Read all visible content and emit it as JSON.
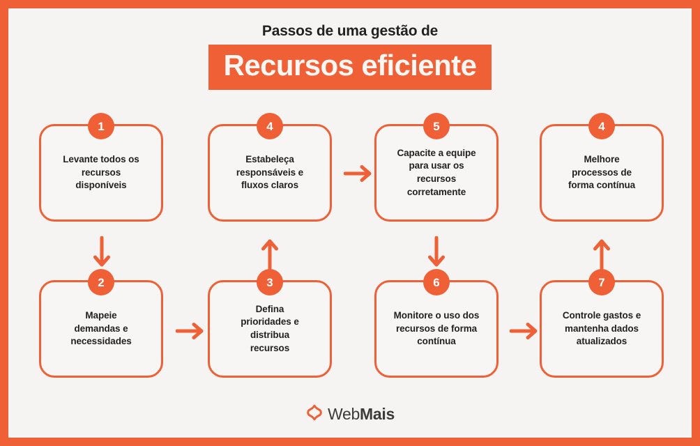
{
  "theme": {
    "accent": "#ef6036",
    "page_background": "#f5f4f2",
    "card_background": "#f7f6f4",
    "text_color": "#231f20",
    "band_text_color": "#fdf6f2"
  },
  "header": {
    "kicker": "Passos de uma gestão de",
    "title": "Recursos eficiente"
  },
  "steps": [
    {
      "number": "1",
      "text": "Levante todos os\nrecursos\ndisponíveis"
    },
    {
      "number": "2",
      "text": "Mapeie\ndemandas e\nnecessidades"
    },
    {
      "number": "3",
      "text": "Defina\nprioridades e\ndistribua\nrecursos"
    },
    {
      "number": "4",
      "text": "Estabeleça\nresponsáveis e\nfluxos claros"
    },
    {
      "number": "5",
      "text": "Capacite a equipe\npara usar os\nrecursos\ncorretamente"
    },
    {
      "number": "6",
      "text": "Monitore o uso dos\nrecursos de forma\ncontínua"
    },
    {
      "number": "7",
      "text": "Controle gastos e\nmantenha dados\natualizados"
    },
    {
      "number": "4",
      "text": "Melhore\nprocessos de\nforma contínua"
    }
  ],
  "connectors": [
    {
      "name": "arrow-step1-to-step2",
      "direction": "down"
    },
    {
      "name": "arrow-step2-to-step3",
      "direction": "right"
    },
    {
      "name": "arrow-step3-to-step4",
      "direction": "up"
    },
    {
      "name": "arrow-step4-to-step5",
      "direction": "right"
    },
    {
      "name": "arrow-step5-to-step6",
      "direction": "down"
    },
    {
      "name": "arrow-step6-to-step7",
      "direction": "right"
    },
    {
      "name": "arrow-step7-to-step8",
      "direction": "up"
    }
  ],
  "logo": {
    "icon": "webmais-diamond-icon",
    "text_light": "Web",
    "text_bold": "Mais"
  }
}
